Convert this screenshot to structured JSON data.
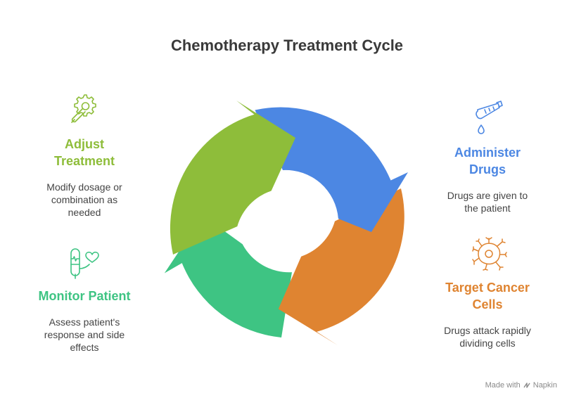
{
  "title": "Chemotherapy Treatment Cycle",
  "steps": [
    {
      "heading": "Adjust\nTreatment",
      "description": "Modify dosage or\ncombination as\nneeded",
      "color": "#8ebd3a",
      "icon": "gear-wrench-icon"
    },
    {
      "heading": "Administer\nDrugs",
      "description": "Drugs are given to\nthe patient",
      "color": "#4c87e3",
      "icon": "test-tube-drop-icon"
    },
    {
      "heading": "Target Cancer\nCells",
      "description": "Drugs attack rapidly\ndividing cells",
      "color": "#df8431",
      "icon": "cancer-cell-icon"
    },
    {
      "heading": "Monitor Patient",
      "description": "Assess patient's\nresponse and side\neffects",
      "color": "#3ec483",
      "icon": "heart-monitor-icon"
    }
  ],
  "footer": {
    "made_with": "Made with",
    "brand": "Napkin"
  }
}
